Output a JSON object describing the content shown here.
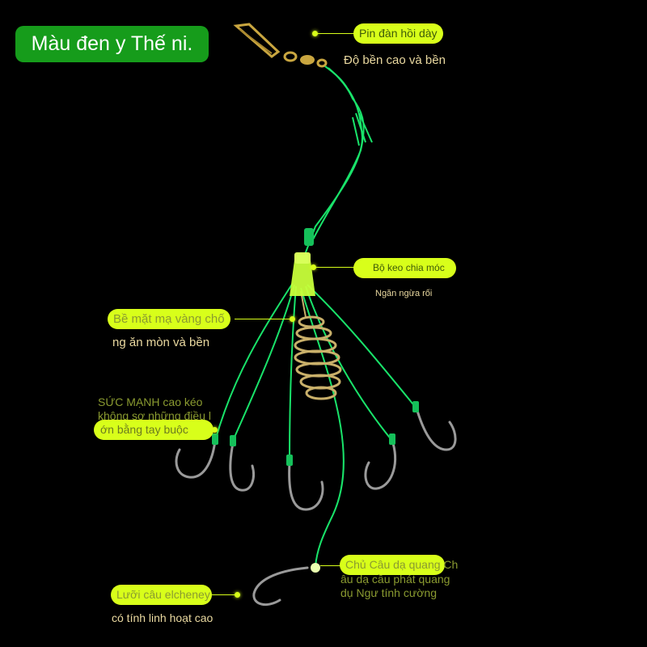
{
  "title": "Màu đen y Thế ni.",
  "callouts": {
    "pin": {
      "label": "Pin đàn hồi dày",
      "note": "Độ bền cao và bền"
    },
    "glue": {
      "label": "Bộ keo chia móc",
      "note": "Ngăn ngừa rối"
    },
    "surface": {
      "label": "Bề mặt mạ vàng chố",
      "note": "ng ăn mòn và bền"
    },
    "strength": {
      "line1": "SỨC MẠNH cao kéo",
      "line2": "không sợ những điều l",
      "label": "ớn bằng tay buộc"
    },
    "mainhook": {
      "label": "Lưỡi câu elcheney",
      "note": "có tính linh hoạt cao"
    },
    "glow": {
      "label": "Chủ Câu dạ quang Ch",
      "line2": "âu dạ cầu phát quang",
      "line3": "dụ Ngư tính cường"
    }
  },
  "colors": {
    "background": "#000000",
    "title_badge": "#169c1b",
    "pill": "#d8ff1a",
    "line": "#19e36a",
    "hook": "#9a9a9a",
    "spring": "#c9b06a",
    "sleeve": "#c8ff3a"
  }
}
